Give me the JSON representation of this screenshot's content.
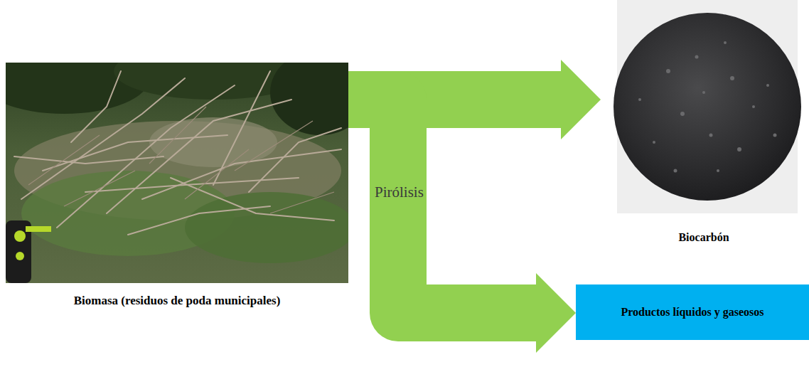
{
  "diagram": {
    "nodes": [
      {
        "text": [
          "Biomasa (residuos de poda municipales)"
        ]
      },
      {
        "text": [
          "Biocarbón"
        ]
      },
      {
        "text": [
          "Productos líquidos y gaseosos"
        ]
      }
    ],
    "edges": [
      {
        "from": 0,
        "to": 1,
        "arrow": "to"
      },
      {
        "from": 0,
        "to": 2,
        "arrow": "to"
      }
    ],
    "labels": [
      "Pirólisis"
    ]
  }
}
